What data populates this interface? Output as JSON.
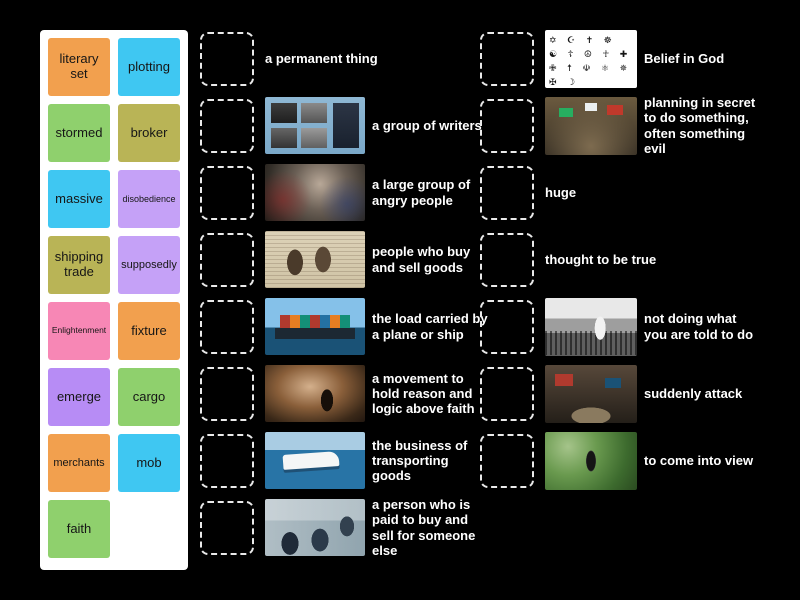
{
  "activity": {
    "type": "match-up",
    "background_color": "#000000",
    "slot_border_color": "#e9e9e9",
    "definition_text_color": "#ffffff"
  },
  "word_bank": {
    "tiles": [
      {
        "label": "literary set",
        "color": "#f2a04e"
      },
      {
        "label": "plotting",
        "color": "#3fc7f2"
      },
      {
        "label": "stormed",
        "color": "#8fd06d"
      },
      {
        "label": "broker",
        "color": "#b9b456"
      },
      {
        "label": "massive",
        "color": "#3fc7f2"
      },
      {
        "label": "disobedience",
        "color": "#c5a1f7"
      },
      {
        "label": "shipping trade",
        "color": "#b9b456"
      },
      {
        "label": "supposedly",
        "color": "#c5a1f7"
      },
      {
        "label": "Enlightenment",
        "color": "#f787b5"
      },
      {
        "label": "fixture",
        "color": "#f2a04e"
      },
      {
        "label": "emerge",
        "color": "#b78cf5"
      },
      {
        "label": "cargo",
        "color": "#8fd06d"
      },
      {
        "label": "merchants",
        "color": "#f2a04e"
      },
      {
        "label": "mob",
        "color": "#3fc7f2"
      },
      {
        "label": "faith",
        "color": "#8fd06d"
      }
    ]
  },
  "middle_column": {
    "items": [
      {
        "text": "a permanent thing",
        "image": null
      },
      {
        "text": "a group of writers",
        "image": "writers-photo-collage"
      },
      {
        "text": "a large group of angry people",
        "image": "angry-mob-photo"
      },
      {
        "text": "people who buy and sell goods",
        "image": "merchants-engraving"
      },
      {
        "text": "the load carried by a plane or ship",
        "image": "container-ship-photo"
      },
      {
        "text": "a movement to hold reason and logic above faith",
        "image": "enlightenment-painting"
      },
      {
        "text": "the business of transporting goods",
        "image": "shipping-boat-photo"
      },
      {
        "text": "a person who is paid to buy and sell for someone else",
        "image": "business-meeting-photo"
      }
    ]
  },
  "right_column": {
    "items": [
      {
        "text": "Belief in God",
        "image": "religious-symbols-chart"
      },
      {
        "text": "planning in secret to do something, often something evil",
        "image": "armed-group-photo"
      },
      {
        "text": "huge",
        "image": null
      },
      {
        "text": "thought to be true",
        "image": null
      },
      {
        "text": "not doing what you are told to do",
        "image": "crowd-bw-photo"
      },
      {
        "text": "suddenly attack",
        "image": "protest-flags-photo"
      },
      {
        "text": "to come into view",
        "image": "chrysalis-photo"
      }
    ]
  },
  "images": {
    "religious_glyphs": "✡ ☪ ✝ ☸ ☯ ☦ ☮ ☥ ✚ ✙ ☨ ☫ ⚛ ✵ ✠ ☽"
  }
}
